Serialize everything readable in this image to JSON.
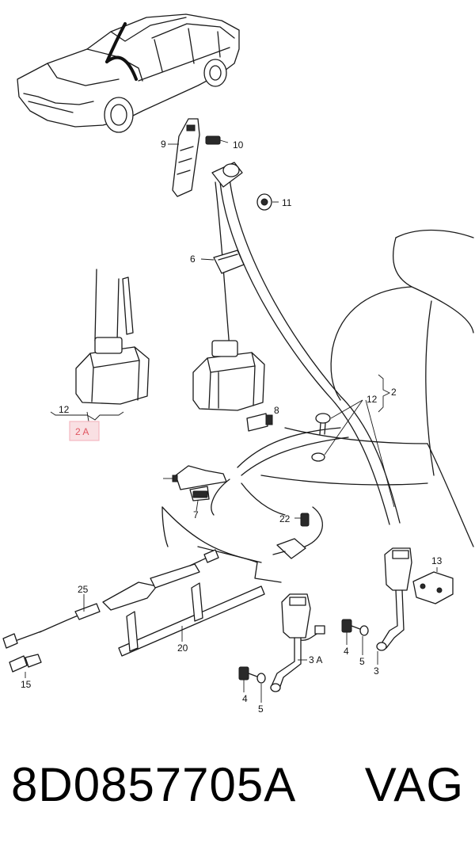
{
  "callouts": {
    "c9": "9",
    "c10": "10",
    "c11": "11",
    "c6": "6",
    "c8": "8",
    "c12_left": "12",
    "c2a": "2 A",
    "c12_right": "12",
    "c2": "2",
    "c7": "7",
    "c22": "22",
    "c13": "13",
    "c25": "25",
    "c20": "20",
    "c4_right": "4",
    "c5_right": "5",
    "c3": "3",
    "c3a": "3 A",
    "c4_left": "4",
    "c5_left": "5",
    "c15": "15"
  },
  "colors": {
    "highlight_box": "#f4b8c0",
    "highlight_text": "#e05560",
    "ink": "#1a1a1a"
  },
  "footer": {
    "part_number": "8D0857705A",
    "brand": "VAG"
  }
}
